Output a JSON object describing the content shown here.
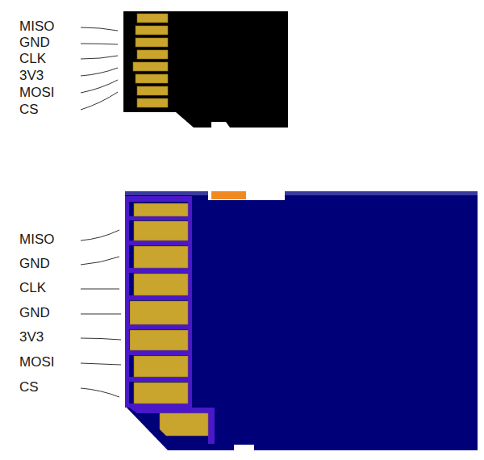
{
  "diagram": {
    "labels": [
      "MISO",
      "GND",
      "CLK",
      "3V3",
      "MOSI",
      "CS",
      "MISO",
      "GND",
      "CLK",
      "GND",
      "3V3",
      "MOSI",
      "CS"
    ]
  }
}
